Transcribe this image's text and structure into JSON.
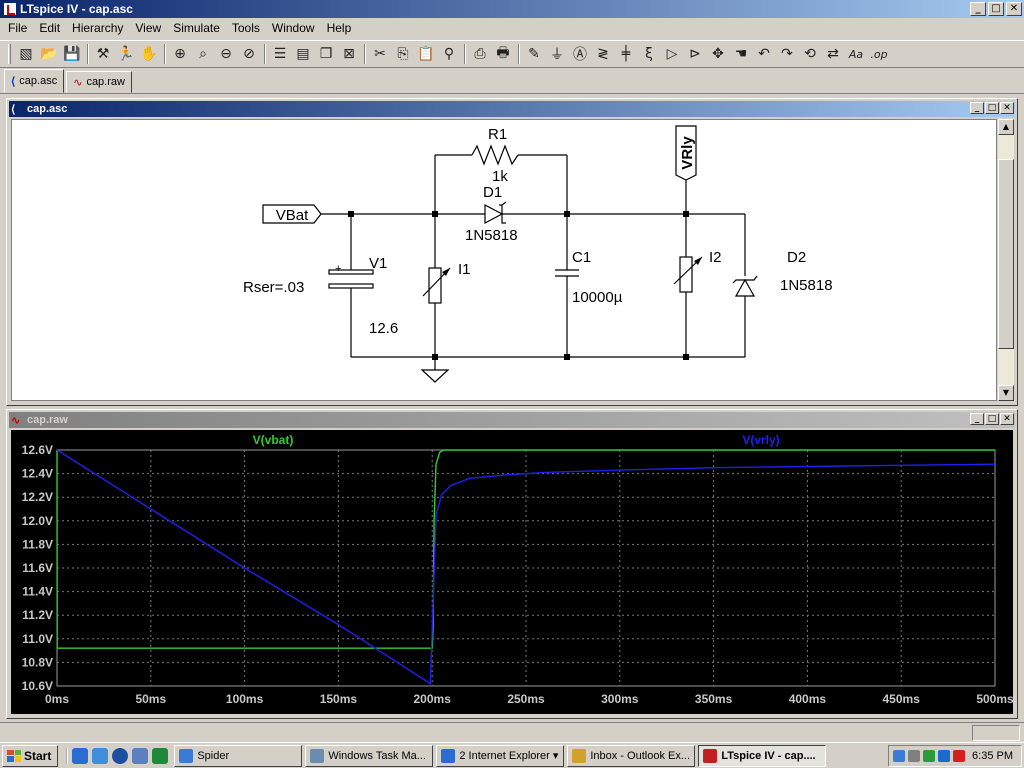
{
  "window": {
    "title": "LTspice IV - cap.asc",
    "btn_min": "_",
    "btn_max": "□",
    "btn_close": "✕"
  },
  "menu": [
    "File",
    "Edit",
    "Hierarchy",
    "View",
    "Simulate",
    "Tools",
    "Window",
    "Help"
  ],
  "toolbar_icons": [
    "new-schematic-icon",
    "open-icon",
    "save-icon",
    "control-panel-icon",
    "run-icon",
    "halt-icon",
    "zoom-in-icon",
    "zoom-full-icon",
    "zoom-out-icon",
    "zoom-cancel-icon",
    "autorange-icon",
    "tile-icon",
    "cascade-icon",
    "close-all-icon",
    "cut-icon",
    "copy-icon",
    "paste-icon",
    "find-icon",
    "print-setup-icon",
    "print-icon",
    "wire-icon",
    "ground-icon",
    "label-net-icon",
    "resistor-icon",
    "capacitor-icon",
    "inductor-icon",
    "diode-icon",
    "component-icon",
    "move-icon",
    "drag-icon",
    "undo-icon",
    "redo-icon",
    "rotate-icon",
    "mirror-icon",
    "text-icon",
    "spice-directive-icon"
  ],
  "tabs": [
    {
      "label": "cap.asc"
    },
    {
      "label": "cap.raw"
    }
  ],
  "schematic": {
    "title": "cap.asc",
    "labels": {
      "vbat": "VBat",
      "vrly": "VRly",
      "r1": "R1",
      "r1_value": "1k",
      "d1": "D1",
      "d1_model": "1N5818",
      "c1": "C1",
      "c1_value": "10000µ",
      "v1": "V1",
      "v1_rser": "Rser=.03",
      "v1_value": "12.6",
      "v1_plus": "+",
      "i1": "I1",
      "i2": "I2",
      "d2": "D2",
      "d2_model": "1N5818"
    }
  },
  "plot": {
    "title": "cap.raw"
  },
  "chart_data": {
    "type": "line",
    "title": "",
    "xlabel": "",
    "ylabel": "",
    "xlim": [
      0,
      500
    ],
    "ylim": [
      10.6,
      12.6
    ],
    "x_ticks": [
      "0ms",
      "50ms",
      "100ms",
      "150ms",
      "200ms",
      "250ms",
      "300ms",
      "350ms",
      "400ms",
      "450ms",
      "500ms"
    ],
    "y_ticks": [
      "12.6V",
      "12.4V",
      "12.2V",
      "12.0V",
      "11.8V",
      "11.6V",
      "11.4V",
      "11.2V",
      "11.0V",
      "10.8V",
      "10.6V"
    ],
    "grid": true,
    "series": [
      {
        "name": "V(vbat)",
        "color": "#33cc33",
        "x": [
          0,
          0.1,
          200,
          200.5,
          201,
          202,
          204,
          206,
          500
        ],
        "y": [
          12.6,
          10.92,
          10.92,
          11.1,
          12.0,
          12.48,
          12.58,
          12.6,
          12.6
        ]
      },
      {
        "name": "V(vrly)",
        "color": "#2020ee",
        "x": [
          0,
          50,
          100,
          150,
          199,
          200.5,
          202,
          205,
          210,
          220,
          240,
          260,
          300,
          350,
          400,
          450,
          500
        ],
        "y": [
          12.6,
          12.1,
          11.6,
          11.12,
          10.62,
          11.3,
          12.05,
          12.22,
          12.3,
          12.36,
          12.39,
          12.41,
          12.43,
          12.45,
          12.46,
          12.47,
          12.48
        ]
      }
    ]
  },
  "taskbar": {
    "start": "Start",
    "quicklaunch": [
      "ie-icon",
      "outlook-icon",
      "media-player-icon",
      "show-desktop-icon",
      "excel-icon"
    ],
    "items": [
      {
        "label": "Spider",
        "icon": "spider-icon",
        "color": "#3a7bd5"
      },
      {
        "label": "Windows Task Ma...",
        "icon": "task-manager-icon",
        "color": "#6a8caf"
      },
      {
        "label": "2 Internet Explorer ▾",
        "icon": "ie-icon",
        "color": "#2b6cd4"
      },
      {
        "label": "Inbox - Outlook Ex...",
        "icon": "outlook-icon",
        "color": "#d4a22b"
      },
      {
        "label": "LTspice IV - cap....",
        "icon": "ltspice-icon",
        "color": "#c02020",
        "active": true
      }
    ],
    "tray_icons": [
      "network-icon",
      "volume-icon",
      "shield-icon",
      "connection-icon",
      "security-icon"
    ],
    "clock": "6:35 PM"
  }
}
